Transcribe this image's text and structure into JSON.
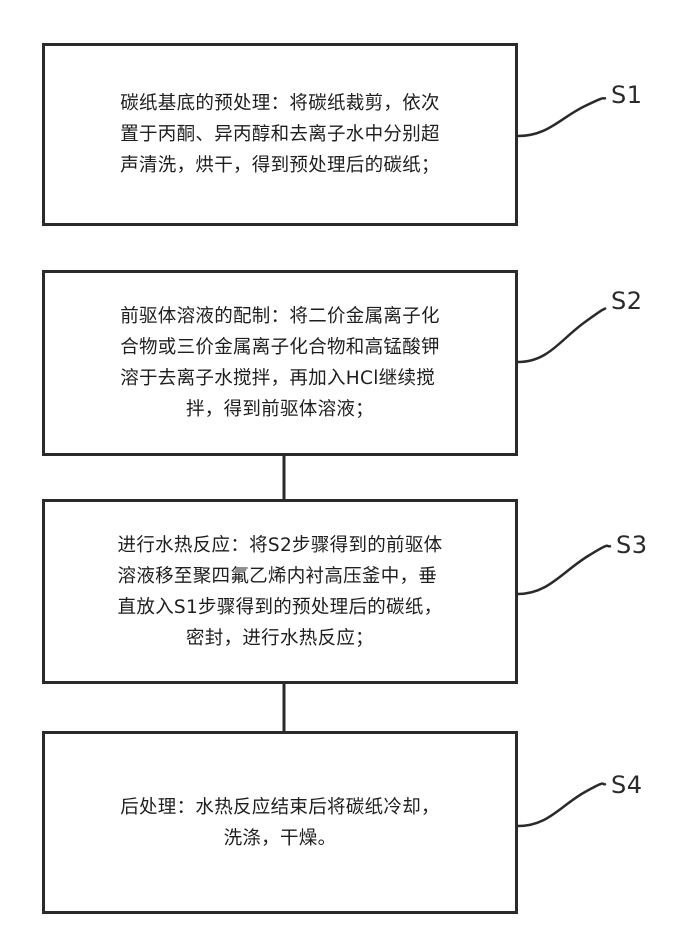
{
  "steps": [
    {
      "id": "s1",
      "label": "S1",
      "lines": [
        "碳纸基底的预处理：将碳纸裁剪，依次",
        "置于丙酮、异丙醇和去离子水中分别超",
        "声清洗，烘干，得到预处理后的碳纸；"
      ]
    },
    {
      "id": "s2",
      "label": "S2",
      "lines": [
        "前驱体溶液的配制：将二价金属离子化",
        "合物或三价金属离子化合物和高锰酸钾",
        "溶于去离子水搅拌，再加入HCl继续搅",
        "拌，得到前驱体溶液；"
      ]
    },
    {
      "id": "s3",
      "label": "S3",
      "lines": [
        "进行水热反应：将S2步骤得到的前驱体",
        "溶液移至聚四氟乙烯内衬高压釜中，垂",
        "直放入S1步骤得到的预处理后的碳纸，",
        "密封，进行水热反应；"
      ]
    },
    {
      "id": "s4",
      "label": "S4",
      "lines": [
        "后处理：水热反应结束后将碳纸冷却，",
        "洗涤，干燥。"
      ]
    }
  ]
}
